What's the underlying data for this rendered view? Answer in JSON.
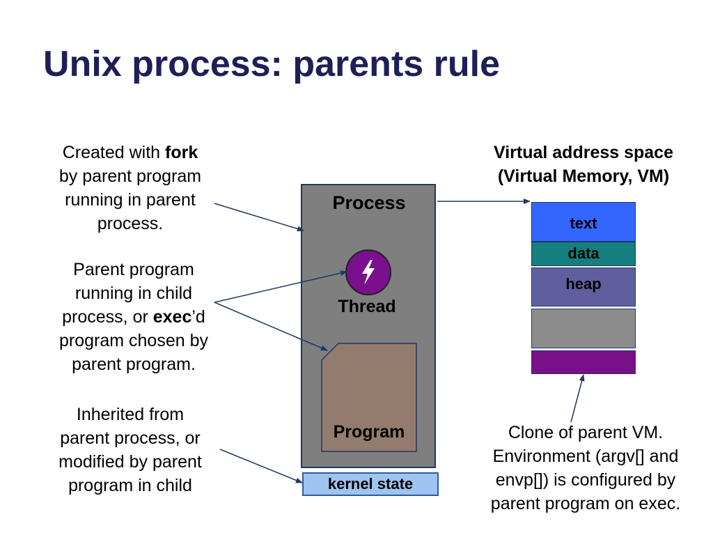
{
  "title": "Unix process: parents rule",
  "captions": {
    "fork": {
      "line1_prefix": "Created with ",
      "line1_bold": "fork",
      "line2": "by parent program",
      "line3": "running in parent",
      "line4": "process."
    },
    "exec": {
      "line1": "Parent program",
      "line2": "running in child",
      "line3_prefix": "process, or ",
      "line3_bold": "exec",
      "line3_suffix": "’d",
      "line4": "program chosen by",
      "line5": "parent program."
    },
    "inherited": {
      "line1": "Inherited from",
      "line2": "parent process, or",
      "line3": "modified by parent",
      "line4": "program in child"
    },
    "clone": {
      "line1": "Clone of parent VM.",
      "line2": "Environment (argv[] and",
      "line3": "envp[]) is configured by",
      "line4": "parent program on exec."
    }
  },
  "vm": {
    "title_line1": "Virtual address space",
    "title_line2": "(Virtual Memory, VM)",
    "segments": {
      "text": "text",
      "data": "data",
      "heap": "heap"
    }
  },
  "process": {
    "label": "Process",
    "thread_label": "Thread",
    "program_label": "Program",
    "kernel_state_label": "kernel state"
  },
  "colors": {
    "title": "#1f1f57",
    "process_box": "#7f7f7f",
    "thread": "#7b0f8e",
    "program_box": "#937c6e",
    "kernel_state": "#9ec4f0",
    "vm_text": "#3366ff",
    "vm_data": "#157e7e",
    "vm_heap": "#5f5f9e",
    "vm_gap": "#8c8c8c",
    "vm_stack": "#7a0f8a",
    "arrow": "#1f3864"
  },
  "icons": {
    "thread": "lightning-bolt-icon"
  }
}
